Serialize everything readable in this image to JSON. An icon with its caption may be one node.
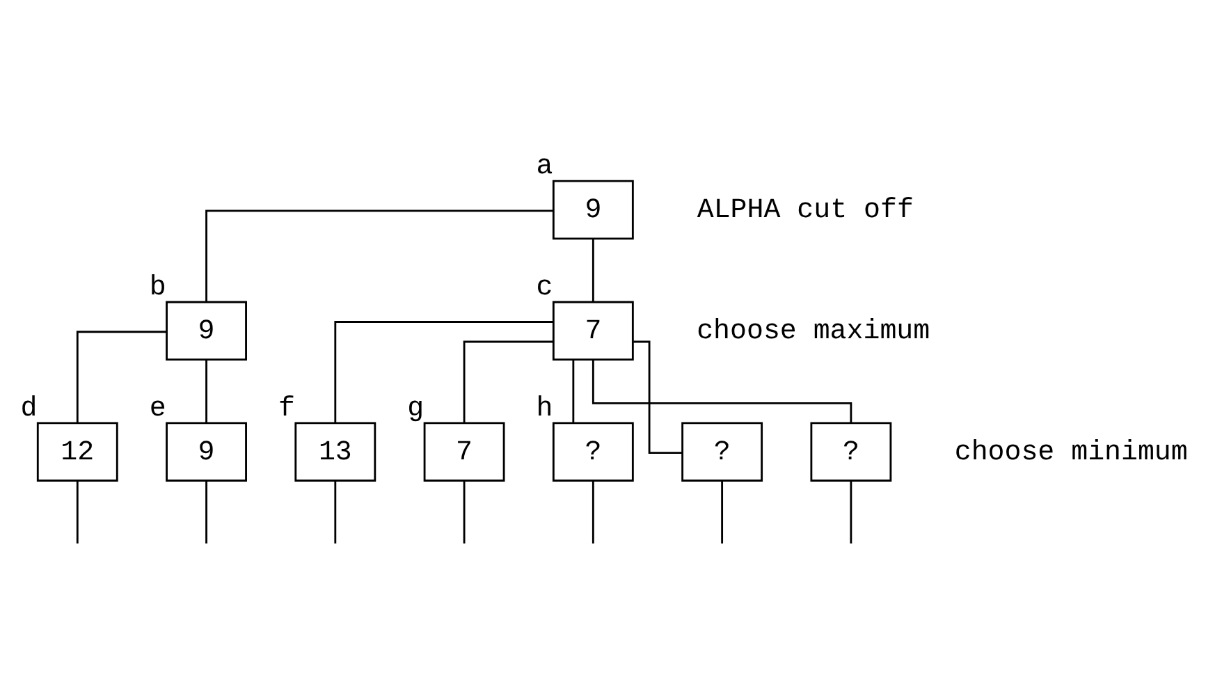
{
  "diagram": {
    "nodes": [
      {
        "text": [
          "9"
        ],
        "beside": [
          "a"
        ]
      },
      {
        "text": [
          "9"
        ],
        "beside": [
          "b"
        ]
      },
      {
        "text": [
          "7"
        ],
        "beside": [
          "c"
        ]
      },
      {
        "text": [
          "12"
        ],
        "beside": [
          "d"
        ]
      },
      {
        "text": [
          "9"
        ],
        "beside": [
          "e"
        ]
      },
      {
        "text": [
          "13"
        ],
        "beside": [
          "f"
        ]
      },
      {
        "text": [
          "7"
        ],
        "beside": [
          "g"
        ]
      },
      {
        "text": [
          "?"
        ],
        "beside": [
          "h"
        ]
      },
      {
        "text": [
          "?"
        ]
      },
      {
        "text": [
          "?"
        ]
      }
    ],
    "edges": [
      {
        "from": 0,
        "to": 1,
        "arrow": "none"
      },
      {
        "from": 0,
        "to": 2,
        "arrow": "none"
      },
      {
        "from": 1,
        "to": 3,
        "arrow": "none"
      },
      {
        "from": 1,
        "to": 4,
        "arrow": "none"
      },
      {
        "from": 2,
        "to": 5,
        "arrow": "none"
      },
      {
        "from": 2,
        "to": 6,
        "arrow": "none"
      },
      {
        "from": 2,
        "to": 7,
        "arrow": "none"
      },
      {
        "from": 2,
        "to": 8,
        "arrow": "none"
      },
      {
        "from": 2,
        "to": 9,
        "arrow": "none"
      },
      {
        "from": 3,
        "to": null,
        "arrow": "none"
      },
      {
        "from": 4,
        "to": null,
        "arrow": "none"
      },
      {
        "from": 5,
        "to": null,
        "arrow": "none"
      },
      {
        "from": 6,
        "to": null,
        "arrow": "none"
      },
      {
        "from": 7,
        "to": null,
        "arrow": "none"
      },
      {
        "from": 8,
        "to": null,
        "arrow": "none"
      },
      {
        "from": 9,
        "to": null,
        "arrow": "none"
      }
    ],
    "labels": [
      "ALPHA cut off",
      "choose maximum",
      "choose minimum"
    ]
  }
}
